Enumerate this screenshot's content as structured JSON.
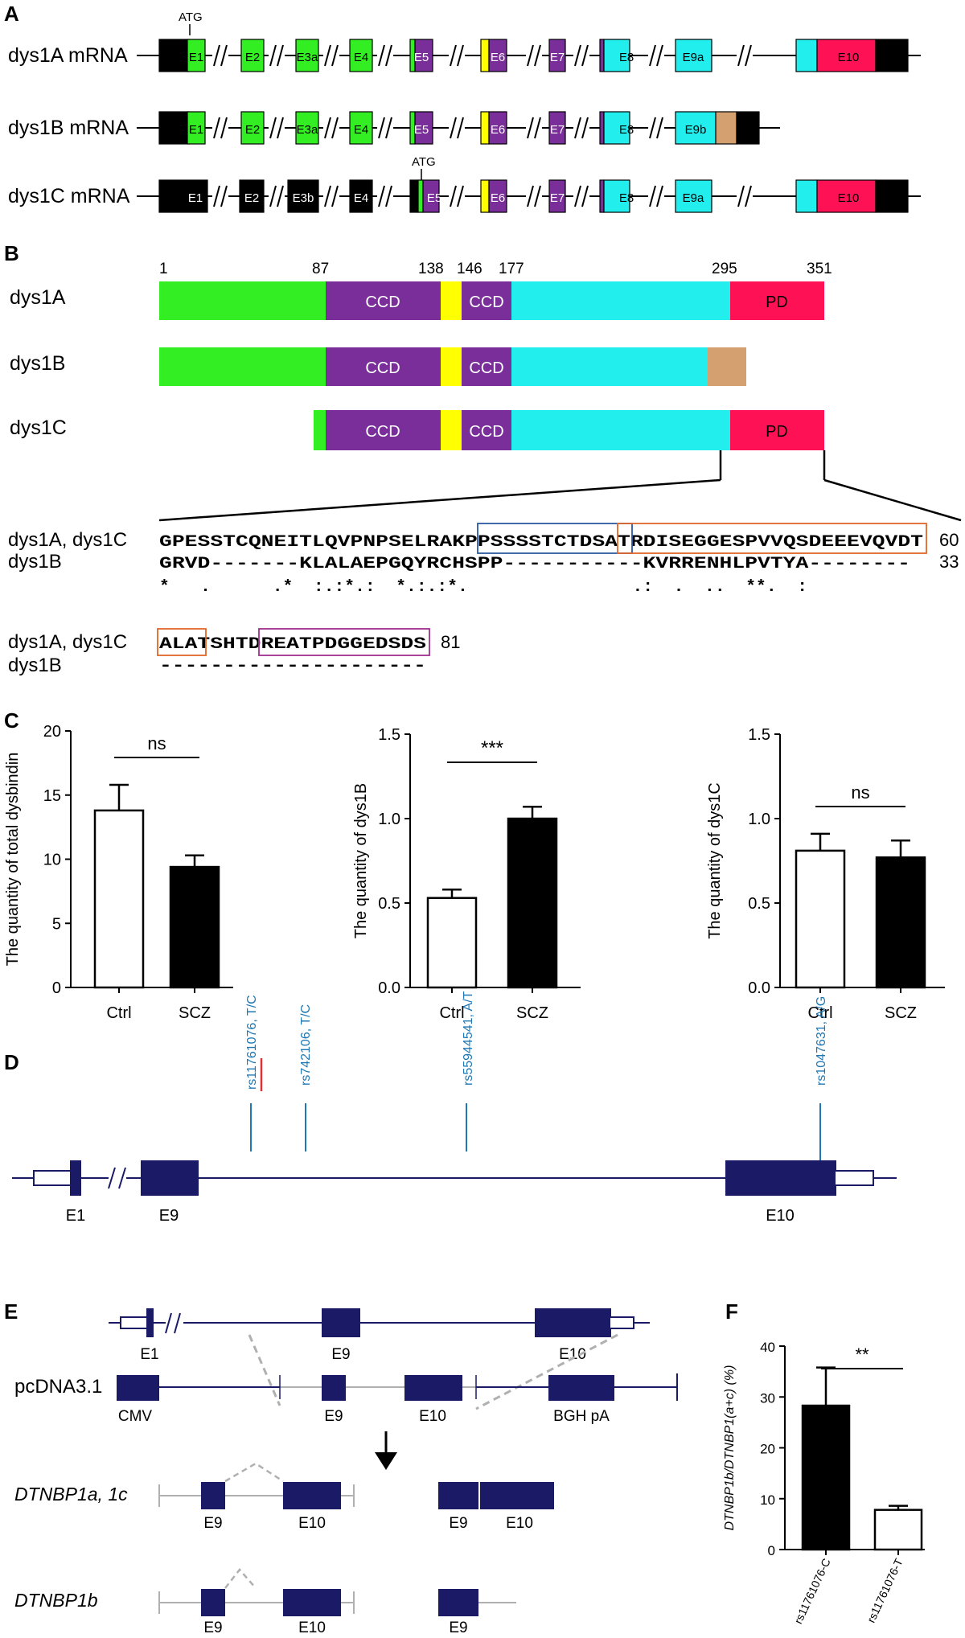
{
  "colors": {
    "green": "#33ee22",
    "purple": "#7a2e9a",
    "yellow": "#ffff00",
    "cyan": "#22eeee",
    "red": "#ff1155",
    "tan": "#d4a070",
    "black": "#000000",
    "navy": "#1a1a66",
    "snp_blue": "#1f78b4",
    "snp_red": "#e03030",
    "box_blue": "#2c5aa0",
    "box_orange": "#e0662a",
    "box_magenta": "#a0308f",
    "dash_gray": "#b0b0b0"
  },
  "panelA": {
    "letter": "A",
    "atg": "ATG",
    "rows": [
      {
        "label": "dys1A mRNA",
        "exons": [
          "E1",
          "E2",
          "E3a",
          "E4",
          "E5",
          "E6",
          "E7",
          "E8",
          "E9a",
          "E10"
        ]
      },
      {
        "label": "dys1B mRNA",
        "exons": [
          "E1",
          "E2",
          "E3a",
          "E4",
          "E5",
          "E6",
          "E7",
          "E8",
          "E9b"
        ]
      },
      {
        "label": "dys1C mRNA",
        "exons": [
          "E1",
          "E2",
          "E3b",
          "E4",
          "E5",
          "E6",
          "E7",
          "E8",
          "E9a",
          "E10"
        ]
      }
    ]
  },
  "panelB": {
    "letter": "B",
    "positions": [
      "1",
      "87",
      "138",
      "146",
      "177",
      "295",
      "351"
    ],
    "rows": [
      {
        "label": "dys1A",
        "domains": [
          "CCD",
          "CCD",
          "PD"
        ]
      },
      {
        "label": "dys1B",
        "domains": [
          "CCD",
          "CCD"
        ]
      },
      {
        "label": "dys1C",
        "domains": [
          "CCD",
          "CCD",
          "PD"
        ]
      }
    ],
    "alignment": {
      "label1": "dys1A, dys1C",
      "label2": "dys1B",
      "seq1": "GPESSTCQNEITLQVPNPSELRAKPPSSSSTCTDSATRDISEGGESPVVQSDEEEVQVDT",
      "seq2": "GRVD-------KLALAEPGQYRCHSPP-----------KVRRENHLPVTYA--------",
      "cons": "*   .      .*  :.:*.:  *.:.:*.                .:  .  ..  **.  :",
      "num1": "60",
      "num2": "33",
      "seq3": "ALATSHTDREATPDGGEDSDS",
      "seq4": "---------------------",
      "num3": "81"
    }
  },
  "panelC": {
    "letter": "C",
    "charts": [
      {
        "ylabel": "The quantity of total dysbindin",
        "sig": "ns"
      },
      {
        "ylabel": "The quantity of dys1B",
        "sig": "***"
      },
      {
        "ylabel": "The quantity of dys1C",
        "sig": "ns"
      }
    ]
  },
  "panelD": {
    "letter": "D",
    "snps": [
      "rs11761076, T/C",
      "rs742106, T/C",
      "rs55944541, A/T",
      "rs1047631, A/G"
    ],
    "exons": [
      "E1",
      "E9",
      "E10"
    ]
  },
  "panelE": {
    "letter": "E",
    "vector": "pcDNA3.1",
    "labels": [
      "E1",
      "E9",
      "E10",
      "CMV",
      "E9",
      "E10",
      "BGH pA",
      "E9",
      "E10",
      "E9",
      "E10",
      "E9",
      "E10",
      "E9"
    ],
    "construct1": "DTNBP1a, 1c",
    "construct2": "DTNBP1b"
  },
  "panelF": {
    "letter": "F",
    "ylabel": "DTNBP1b/DTNBP1(a+c) (%)",
    "sig": "**"
  },
  "chart_data": [
    {
      "type": "bar",
      "categories": [
        "Ctrl",
        "SCZ"
      ],
      "values": [
        13.8,
        9.4
      ],
      "errors": [
        2.0,
        0.9
      ],
      "ylabel": "The quantity of total dysbindin",
      "ylim": [
        0,
        20
      ],
      "yticks": [
        0,
        5,
        10,
        15,
        20
      ],
      "fills": [
        "#ffffff",
        "#000000"
      ],
      "annotation": "ns"
    },
    {
      "type": "bar",
      "categories": [
        "Ctrl",
        "SCZ"
      ],
      "values": [
        0.53,
        1.0
      ],
      "errors": [
        0.05,
        0.07
      ],
      "ylabel": "The quantity of dys1B",
      "ylim": [
        0,
        1.5
      ],
      "yticks": [
        "0.0",
        "0.5",
        "1.0",
        "1.5"
      ],
      "fills": [
        "#ffffff",
        "#000000"
      ],
      "annotation": "***"
    },
    {
      "type": "bar",
      "categories": [
        "Ctrl",
        "SCZ"
      ],
      "values": [
        0.81,
        0.77
      ],
      "errors": [
        0.1,
        0.1
      ],
      "ylabel": "The quantity of dys1C",
      "ylim": [
        0,
        1.5
      ],
      "yticks": [
        "0.0",
        "0.5",
        "1.0",
        "1.5"
      ],
      "fills": [
        "#ffffff",
        "#000000"
      ],
      "annotation": "ns"
    },
    {
      "type": "bar",
      "categories": [
        "rs11761076-C",
        "rs11761076-T"
      ],
      "values": [
        28.3,
        7.8
      ],
      "errors": [
        7.5,
        0.8
      ],
      "ylabel": "DTNBP1b/DTNBP1(a+c) (%)",
      "ylim": [
        0,
        40
      ],
      "yticks": [
        0,
        10,
        20,
        30,
        40
      ],
      "fills": [
        "#000000",
        "#ffffff"
      ],
      "annotation": "**"
    }
  ]
}
